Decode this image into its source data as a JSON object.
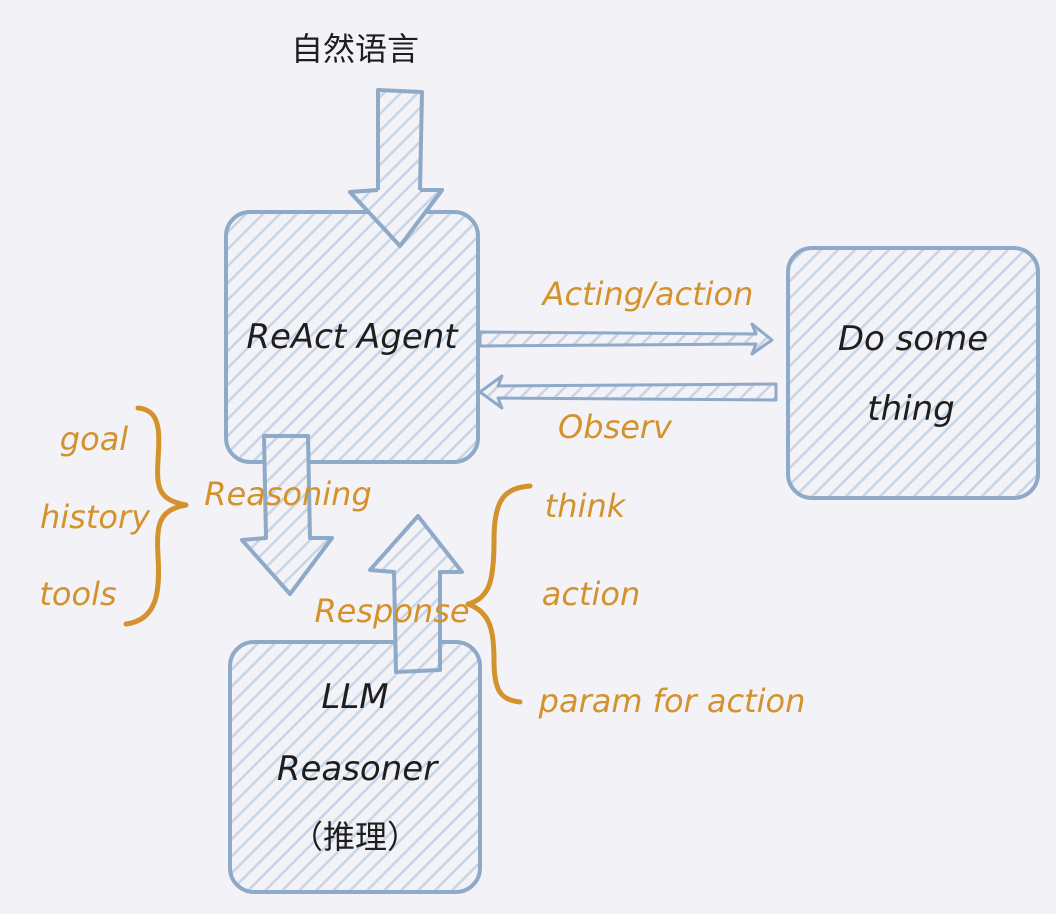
{
  "input_label": "自然语言",
  "agent_box": {
    "label": "ReAct Agent"
  },
  "action_box": {
    "line1": "Do some",
    "line2": "thing"
  },
  "llm_box": {
    "line1": "LLM",
    "line2": "Reasoner",
    "line3": "（推理）"
  },
  "edges": {
    "acting": "Acting/action",
    "observe": "Observ",
    "reasoning": "Reasoning",
    "response": "Response"
  },
  "reasoning_inputs": [
    "goal",
    "history",
    "tools"
  ],
  "response_outputs": [
    "think",
    "action",
    "param for action"
  ],
  "colors": {
    "box_stroke": "#8eaac8",
    "hatch": "#c7d5e6",
    "annotation": "#d4922c",
    "text": "#1e1e1e",
    "background": "#f3f2f7"
  }
}
